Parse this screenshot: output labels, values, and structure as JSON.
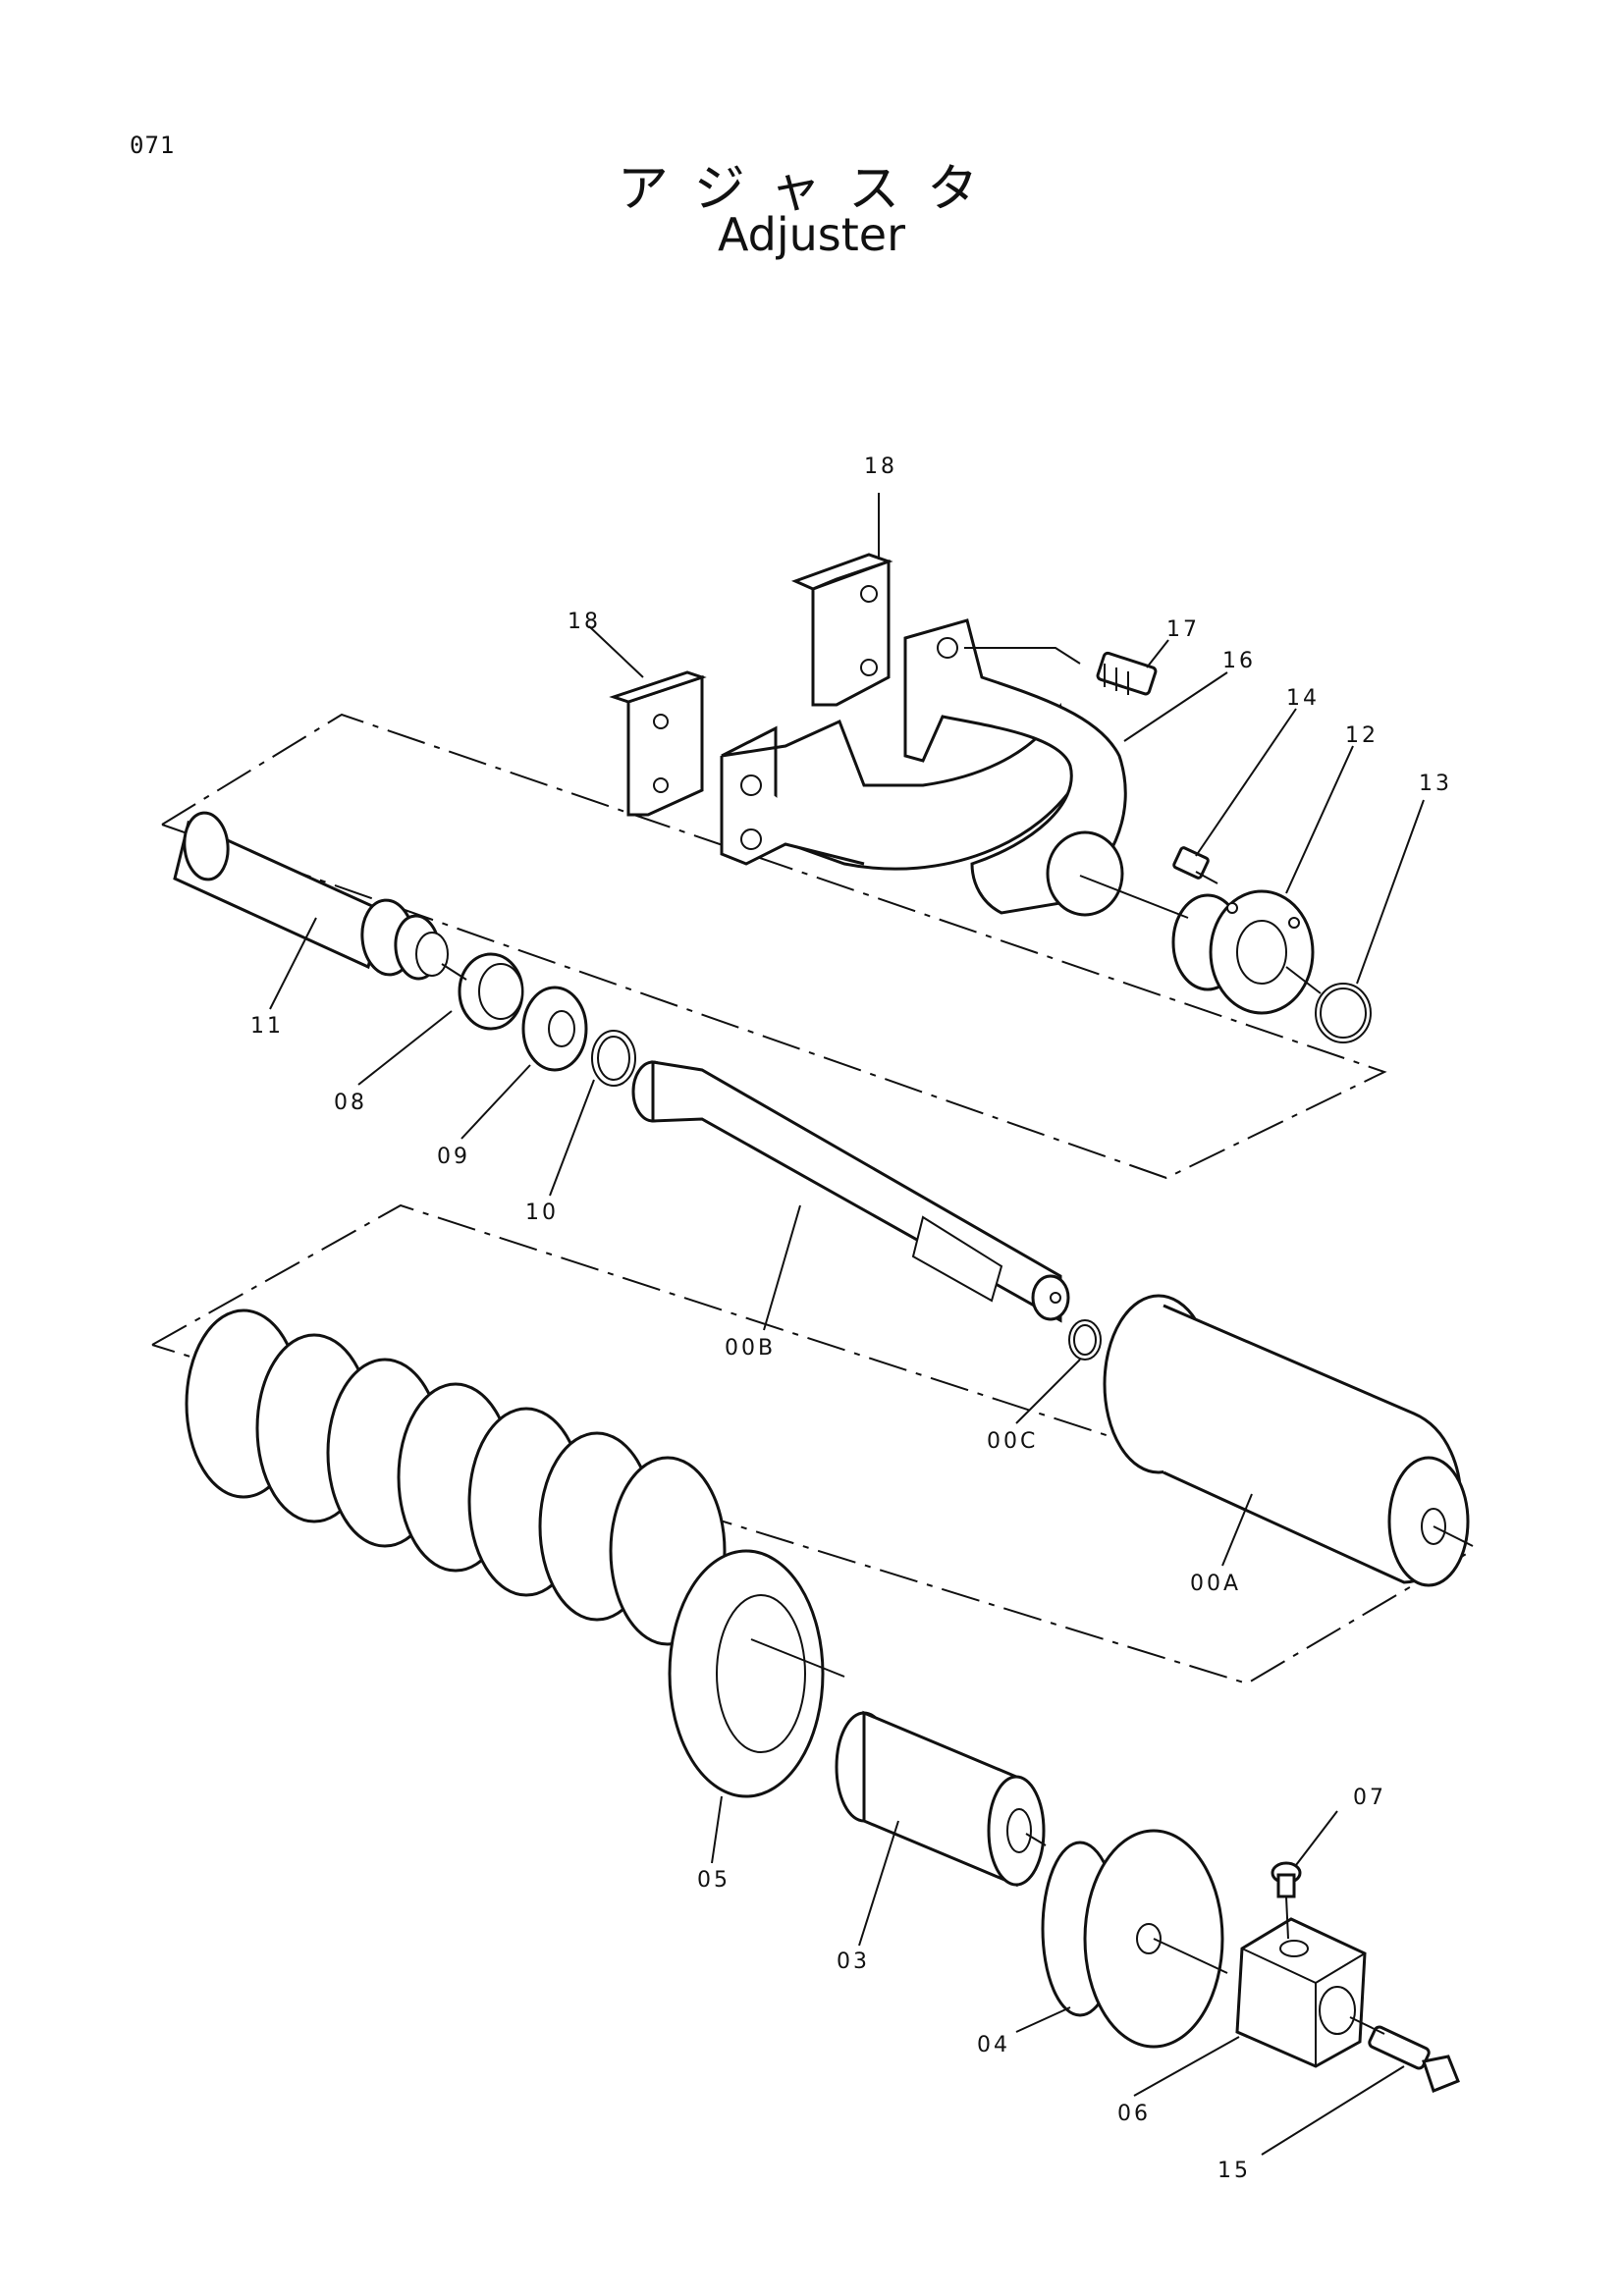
{
  "page": {
    "number": "071"
  },
  "title": {
    "japanese": "アジャスタ",
    "english": "Adjuster"
  },
  "callouts": [
    {
      "id": "18a",
      "label": "18"
    },
    {
      "id": "18b",
      "label": "18"
    },
    {
      "id": "17",
      "label": "17"
    },
    {
      "id": "16",
      "label": "16"
    },
    {
      "id": "14",
      "label": "14"
    },
    {
      "id": "12",
      "label": "12"
    },
    {
      "id": "13",
      "label": "13"
    },
    {
      "id": "11",
      "label": "11"
    },
    {
      "id": "08",
      "label": "08"
    },
    {
      "id": "09",
      "label": "09"
    },
    {
      "id": "10",
      "label": "10"
    },
    {
      "id": "00B",
      "label": "00B"
    },
    {
      "id": "00C",
      "label": "00C"
    },
    {
      "id": "00A",
      "label": "00A"
    },
    {
      "id": "05",
      "label": "05"
    },
    {
      "id": "03",
      "label": "03"
    },
    {
      "id": "04",
      "label": "04"
    },
    {
      "id": "07",
      "label": "07"
    },
    {
      "id": "06",
      "label": "06"
    },
    {
      "id": "15",
      "label": "15"
    }
  ]
}
